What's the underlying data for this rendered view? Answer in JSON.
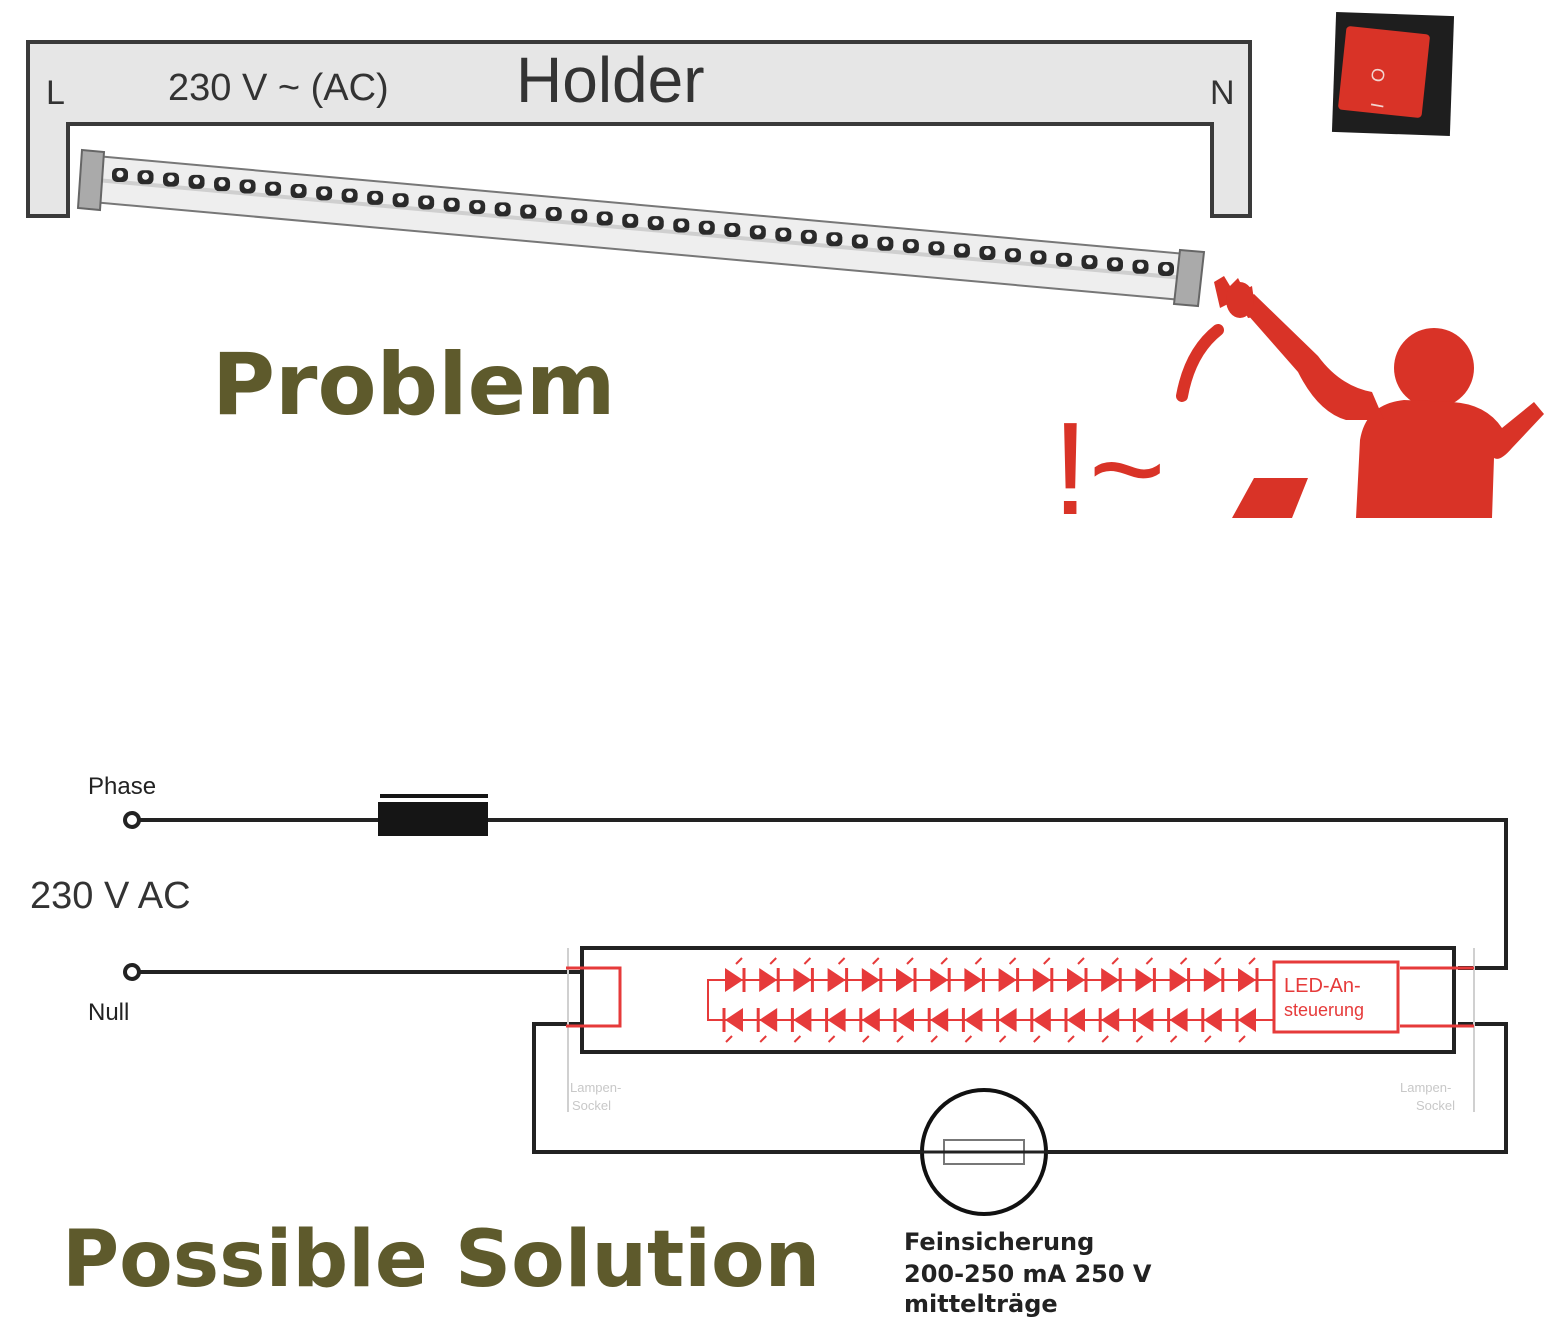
{
  "problem": {
    "holder_label": "Holder",
    "voltage_label": "230 V ~ (AC)",
    "terminal_left": "L",
    "terminal_right": "N",
    "title": "Problem",
    "shock_symbol": "!~",
    "switch_marks": {
      "on": "I",
      "off": "O"
    }
  },
  "solution": {
    "title": "Possible Solution",
    "phase_label": "Phase",
    "null_label": "Null",
    "supply_label": "230 V AC",
    "driver_label_line1": "LED-An-",
    "driver_label_line2": "steuerung",
    "socket_left_line1": "Lampen-",
    "socket_left_line2": "Sockel",
    "socket_right_line1": "Lampen-",
    "socket_right_line2": "Sockel",
    "fuse_label_line1": "Feinsicherung",
    "fuse_label_line2": "200-250 mA 250 V",
    "fuse_label_line3": "mittelträge",
    "led_pairs": 16
  },
  "colors": {
    "title_olive": "#5e5a2c",
    "alert_red": "#d93327",
    "wire": "#222222",
    "holder_fill": "#e6e6e6",
    "led_red": "#e63a3a"
  }
}
